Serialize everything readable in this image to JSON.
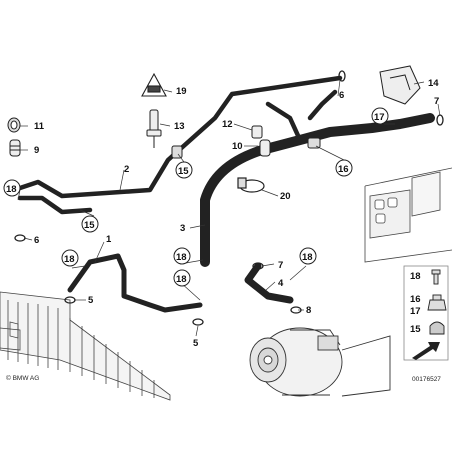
{
  "diagram": {
    "callouts": {
      "c1": "1",
      "c2": "2",
      "c3": "3",
      "c4": "4",
      "c5a": "5",
      "c5b": "5",
      "c6a": "6",
      "c6b": "6",
      "c7a": "7",
      "c7b": "7",
      "c8": "8",
      "c9": "9",
      "c10": "10",
      "c11": "11",
      "c12": "12",
      "c13": "13",
      "c14": "14",
      "c15a": "15",
      "c15b": "15",
      "c16": "16",
      "c17": "17",
      "c18a": "18",
      "c18b": "18",
      "c18c": "18",
      "c18d": "18",
      "c18e": "18",
      "c19": "19",
      "c20": "20"
    },
    "legend": {
      "l18": "18",
      "l16": "16",
      "l17": "17",
      "l15": "15"
    },
    "copyright": "© BMW AG",
    "drawing_number": "00176527"
  }
}
